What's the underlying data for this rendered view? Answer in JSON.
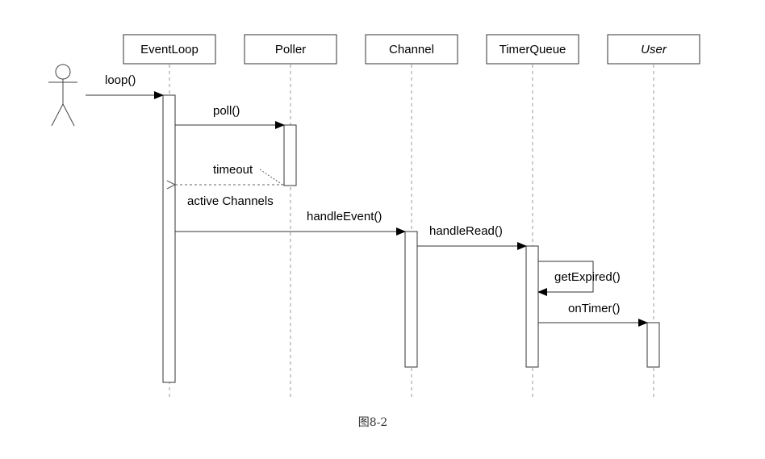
{
  "participants": [
    {
      "name": "EventLoop",
      "italic": false
    },
    {
      "name": "Poller",
      "italic": false
    },
    {
      "name": "Channel",
      "italic": false
    },
    {
      "name": "TimerQueue",
      "italic": false
    },
    {
      "name": "User",
      "italic": true
    }
  ],
  "messages": {
    "loop": "loop()",
    "poll": "poll()",
    "timeout": "timeout",
    "active_channels": "active Channels",
    "handle_event": "handleEvent()",
    "handle_read": "handleRead()",
    "get_expired": "getExpired()",
    "on_timer": "onTimer()"
  },
  "caption": "图8-2"
}
